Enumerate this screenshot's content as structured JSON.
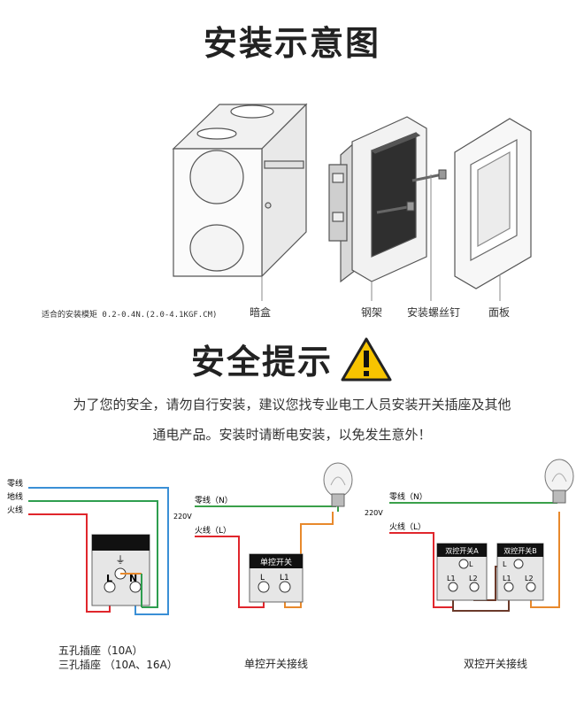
{
  "install": {
    "title": "安装示意图",
    "torque_note": "适合的安装模矩 0.2-0.4N.(2.0-4.1KGF.CM)",
    "parts": [
      "暗盒",
      "钢架",
      "安装螺丝钉",
      "面板"
    ]
  },
  "safety": {
    "title": "安全提示",
    "warning_icon": "warning-triangle-icon",
    "line1": "为了您的安全，请勿自行安装，建议您找专业电工人员安装开关插座及其他",
    "line2": "通电产品。安装时请断电安装，以免发生意外！"
  },
  "wiring": {
    "socket": {
      "wires": [
        "零线",
        "地线",
        "火线"
      ],
      "pin_l": "L",
      "pin_n": "N",
      "caption1": "五孔插座（10A）",
      "caption2": "三孔插座 （10A、16A）"
    },
    "single": {
      "neutral": "零线（N）",
      "live": "火线（L）",
      "voltage": "220V",
      "box_label": "单控开关",
      "pin_l": "L",
      "pin_l1": "L1",
      "caption": "单控开关接线"
    },
    "double": {
      "neutral": "零线（N）",
      "live": "火线（L）",
      "voltage": "220V",
      "box_a": "双控开关A",
      "box_b": "双控开关B",
      "pin_l": "L",
      "pin_l1": "L1",
      "pin_l2": "L2",
      "caption": "双控开关接线"
    }
  },
  "colors": {
    "neutral": "#3a8fd6",
    "earth": "#2e9e4f",
    "live": "#e0262c",
    "green_wire": "#3aa04a",
    "orange_wire": "#e8892c",
    "brown_wire": "#6b3a2a",
    "warning": "#f7c400"
  }
}
